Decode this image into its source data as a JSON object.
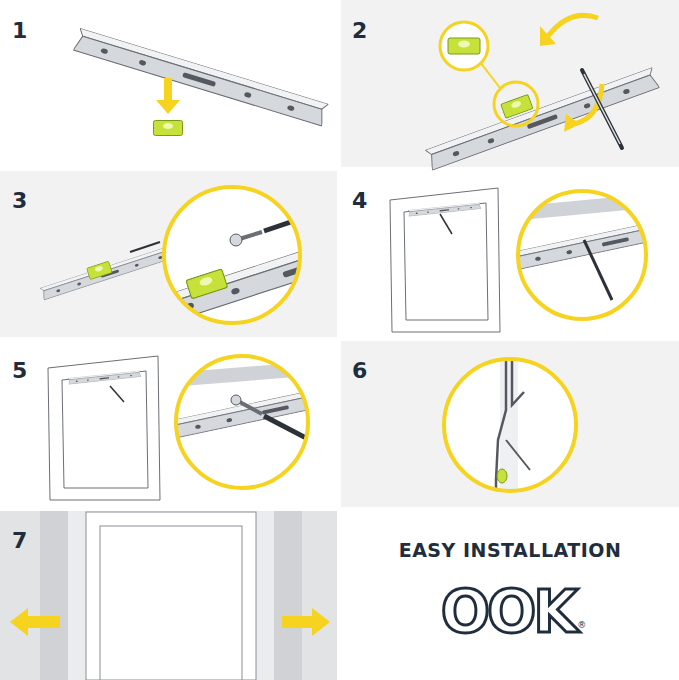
{
  "diagram": {
    "labels": [
      "1",
      "2",
      "3",
      "4",
      "5",
      "6",
      "7",
      "EASY INSTALLATION",
      "OOK",
      "®"
    ]
  }
}
